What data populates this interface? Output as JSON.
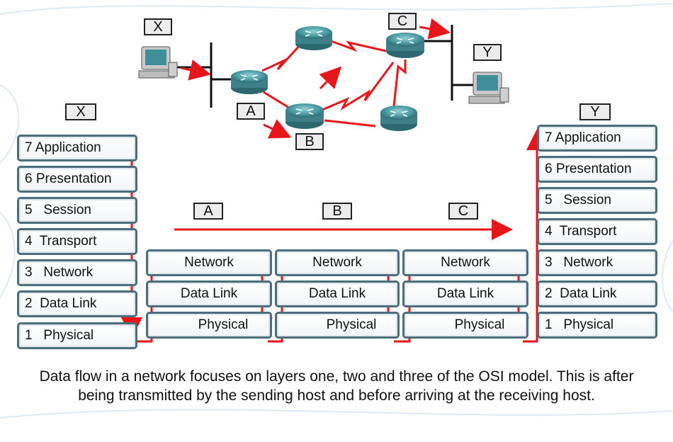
{
  "topology": {
    "host_x_label": "X",
    "host_y_label": "Y",
    "router_a_label": "A",
    "router_b_label": "B",
    "router_c_label": "C"
  },
  "stack_x": {
    "label": "X",
    "layers": [
      "7 Application",
      "6 Presentation",
      "5   Session",
      "4  Transport",
      "3   Network",
      "2  Data Link",
      "1   Physical"
    ]
  },
  "stack_y": {
    "label": "Y",
    "layers": [
      "7 Application",
      "6 Presentation",
      "5   Session",
      "4  Transport",
      "3   Network",
      "2  Data Link",
      "1   Physical"
    ]
  },
  "hops": [
    {
      "label": "A",
      "layers": [
        "Network",
        "Data Link",
        "Physical"
      ]
    },
    {
      "label": "B",
      "layers": [
        "Network",
        "Data Link",
        "Physical"
      ]
    },
    {
      "label": "C",
      "layers": [
        "Network",
        "Data Link",
        "Physical"
      ]
    }
  ],
  "caption": "Data flow in a network focuses on layers one, two and three of the OSI model. This is after being transmitted by the sending host and before arriving at the receiving host.",
  "colors": {
    "flow": "#e8161b",
    "layer_border": "#4c6d7b",
    "router": "#4f8c93"
  }
}
